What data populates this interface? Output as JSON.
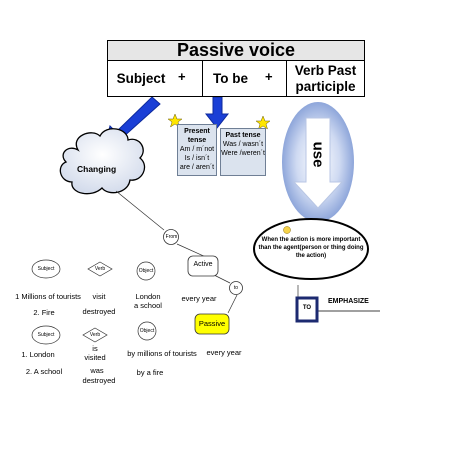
{
  "header": {
    "title": "Passive voice",
    "col_subject": "Subject",
    "plus1": "+",
    "col_tobe": "To be",
    "plus2": "+",
    "col_verb": "Verb Past participle"
  },
  "present_tense": {
    "title": "Present tense",
    "line1": "Am / m´not",
    "line2": "Is / isn´t",
    "line3": "are / aren´t"
  },
  "past_tense": {
    "title": "Past tense",
    "line1": "Was / wasn´t",
    "line2": "Were /weren´t"
  },
  "changing": "Changing",
  "use_label": "use",
  "from_label": "From",
  "to_label": "to",
  "active_label": "Active",
  "passive_label": "Passive",
  "note": {
    "smiley": "☺",
    "text": "When the action is more important than the agent(person or thing doing the action)"
  },
  "to_emphasize": {
    "to": "TO",
    "emphasize": "EMPHASIZE"
  },
  "active_example": {
    "subject_shape": "Subject",
    "verb_shape": "Verb",
    "object_shape": "Object",
    "subject_1": "1 Millions of tourists",
    "subject_2": "2. Fire",
    "verb_1": "visit",
    "verb_2": "destroyed",
    "object_1": "London",
    "object_2": "a school",
    "every_year": "every year"
  },
  "passive_example": {
    "subject_shape": "Subject",
    "verb_shape": "Verb",
    "object_shape": "Object",
    "subject_1": "1. London",
    "subject_2": "2. A school",
    "verb_1": "is",
    "verb_2": "visited",
    "verb_3": "was",
    "verb_4": "destroyed",
    "agent_1": "by millions of tourists",
    "agent_2": "by a fire",
    "every_year": "every year"
  },
  "colors": {
    "arrow_blue": "#1a3fd6",
    "passive_fill": "#ffff00",
    "tense_fill": "#dbe3ee",
    "use_glow": "#a9bde6",
    "star": "#ffe600"
  }
}
